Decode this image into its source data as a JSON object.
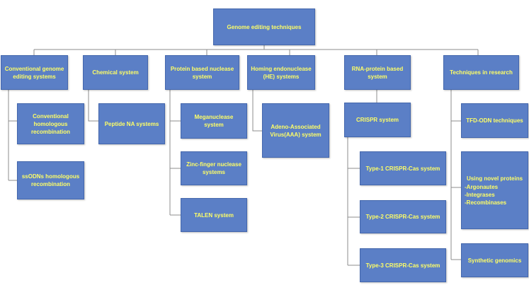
{
  "colors": {
    "box_fill": "#5b7fc6",
    "box_border": "#4467ad",
    "text": "#ffff66",
    "line": "#8c8c8c"
  },
  "root": "Genome editing techniques",
  "categories": {
    "conventional": "Conventional genome editing systems",
    "chemical": "Chemical system",
    "protein": "Protein based nuclease system",
    "homing": "Homing endonuclease (HE) systems",
    "rna": "RNA-protein based system",
    "research": "Techniques in research"
  },
  "children": {
    "conventional_homologous": "Conventional homologous recombination",
    "ssodns": "ssODNs homologous recombination",
    "peptide": "Peptide NA systems",
    "meganuclease": "Meganuclease system",
    "zinc_finger": "Zinc-finger nuclease systems",
    "talen": "TALEN system",
    "aav": "Adeno-Associated Virus(AAA) system",
    "crispr": "CRISPR system",
    "type1": "Type-1 CRISPR-Cas system",
    "type2": "Type-2 CRISPR-Cas system",
    "type3": "Type-3 CRISPR-Cas system",
    "tfd_odn": "TFD-ODN techniques",
    "novel_proteins": {
      "title": "Using novel proteins",
      "items": [
        "-Argonautes",
        "-Integrases",
        "-Recombinases"
      ]
    },
    "synthetic": "Synthetic genomics"
  }
}
